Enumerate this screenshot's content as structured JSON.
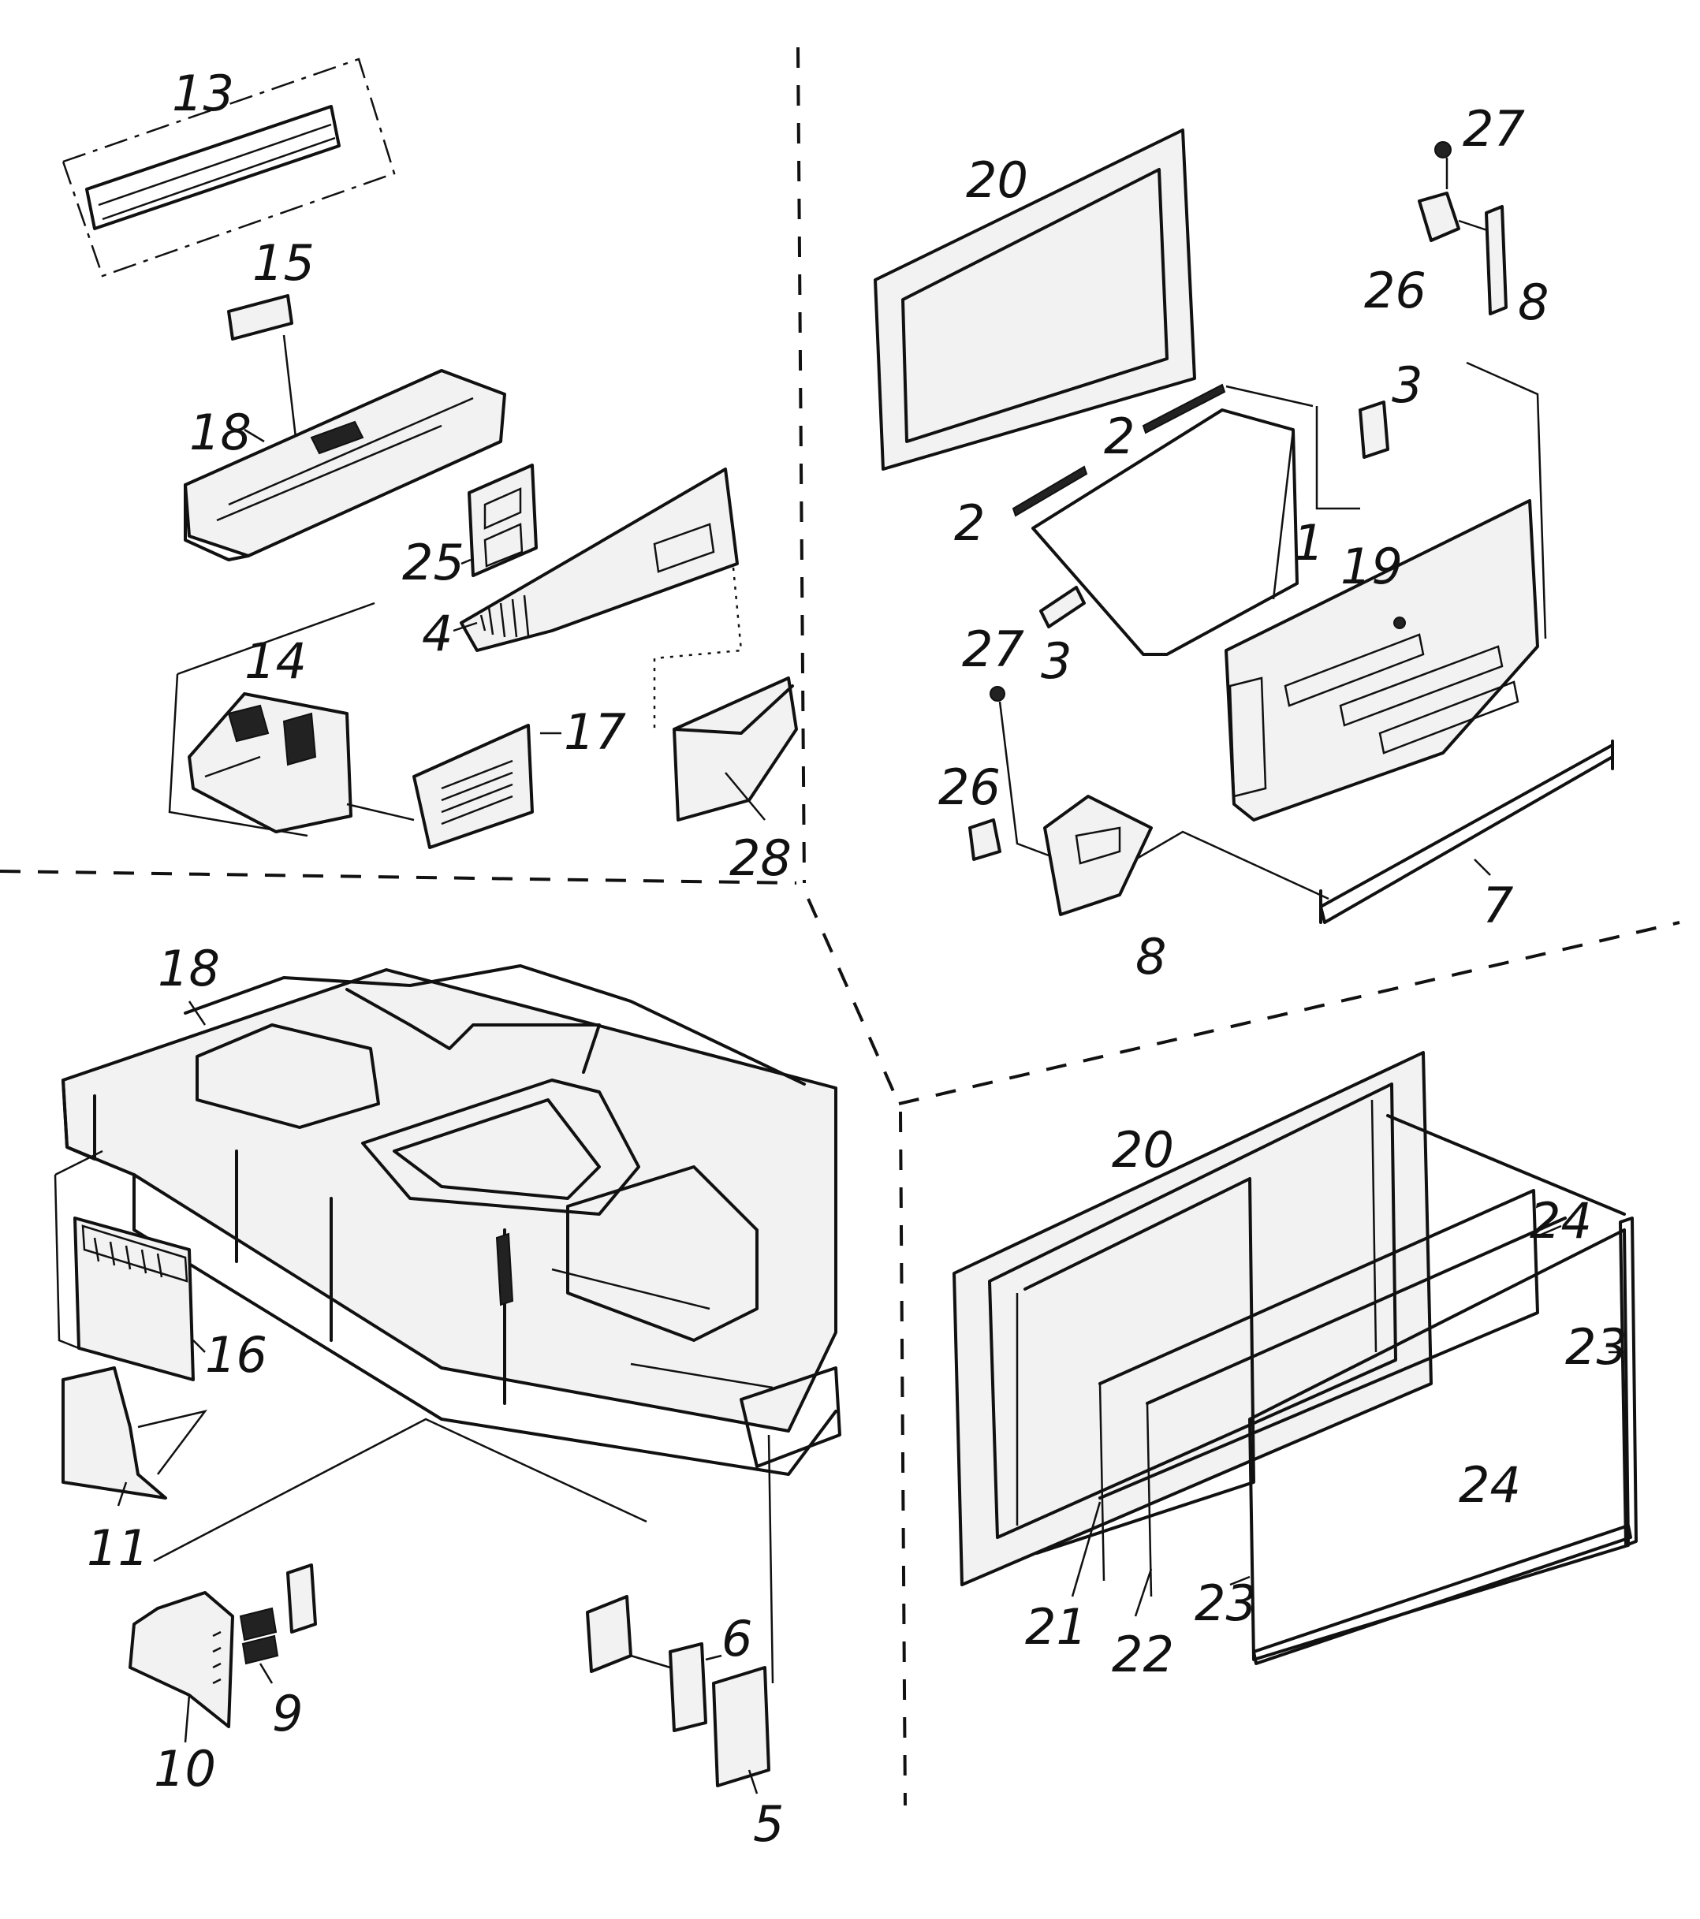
{
  "callouts": [
    {
      "id": "c1",
      "text": "13"
    },
    {
      "id": "c2",
      "text": "15"
    },
    {
      "id": "c3",
      "text": "18"
    },
    {
      "id": "c4",
      "text": "25"
    },
    {
      "id": "c5",
      "text": "4"
    },
    {
      "id": "c6",
      "text": "14"
    },
    {
      "id": "c7",
      "text": "17"
    },
    {
      "id": "c8",
      "text": "28"
    },
    {
      "id": "c9",
      "text": "20"
    },
    {
      "id": "c10",
      "text": "27"
    },
    {
      "id": "c11",
      "text": "26"
    },
    {
      "id": "c12",
      "text": "8"
    },
    {
      "id": "c13",
      "text": "3"
    },
    {
      "id": "c14",
      "text": "2"
    },
    {
      "id": "c15",
      "text": "2"
    },
    {
      "id": "c16",
      "text": "1"
    },
    {
      "id": "c17",
      "text": "19"
    },
    {
      "id": "c18",
      "text": "3"
    },
    {
      "id": "c19",
      "text": "27"
    },
    {
      "id": "c20",
      "text": "26"
    },
    {
      "id": "c21",
      "text": "8"
    },
    {
      "id": "c22",
      "text": "7"
    },
    {
      "id": "c23",
      "text": "18"
    },
    {
      "id": "c24",
      "text": "16"
    },
    {
      "id": "c25",
      "text": "11"
    },
    {
      "id": "c26",
      "text": "9"
    },
    {
      "id": "c27",
      "text": "10"
    },
    {
      "id": "c28",
      "text": "6"
    },
    {
      "id": "c29",
      "text": "5"
    },
    {
      "id": "c30",
      "text": "20"
    },
    {
      "id": "c31",
      "text": "24"
    },
    {
      "id": "c32",
      "text": "23"
    },
    {
      "id": "c33",
      "text": "24"
    },
    {
      "id": "c34",
      "text": "21"
    },
    {
      "id": "c35",
      "text": "22"
    },
    {
      "id": "c36",
      "text": "23"
    }
  ]
}
